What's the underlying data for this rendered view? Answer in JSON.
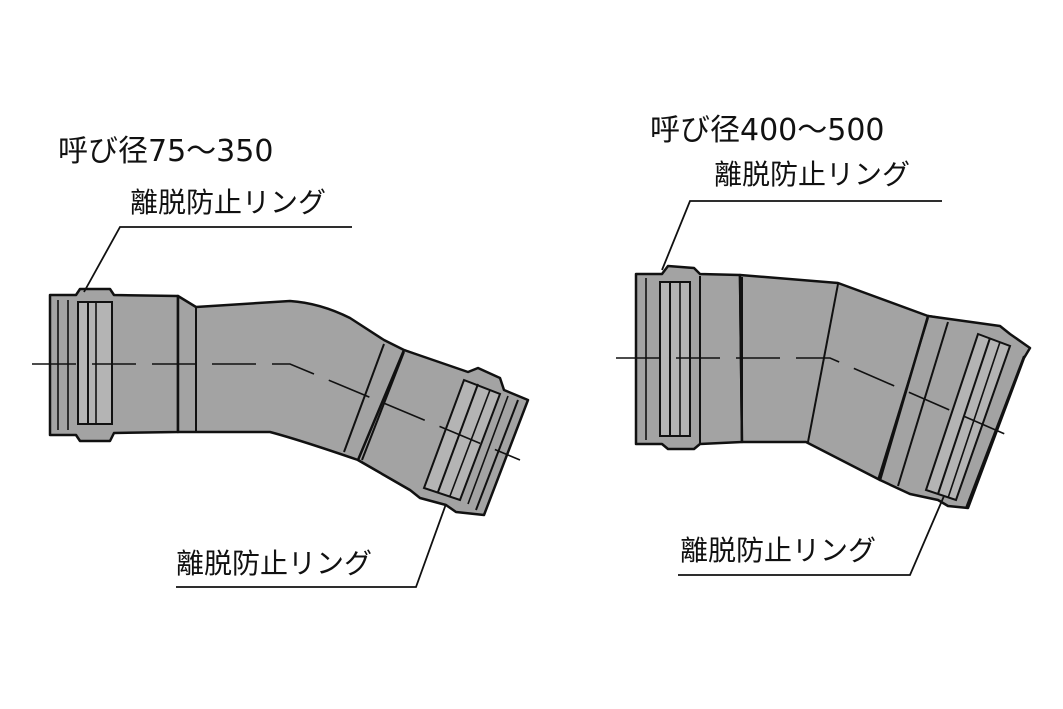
{
  "left_fitting": {
    "size_label": "呼び径75～350",
    "upper_ring_label": "離脱防止リング",
    "lower_ring_label": "離脱防止リング"
  },
  "right_fitting": {
    "size_label": "呼び径400～500",
    "upper_ring_label": "離脱防止リング",
    "lower_ring_label": "離脱防止リング"
  },
  "colors": {
    "pipe_fill": "#a3a3a3",
    "ring_fill": "#b4b4b4",
    "outline": "#111111",
    "background": "#ffffff"
  }
}
